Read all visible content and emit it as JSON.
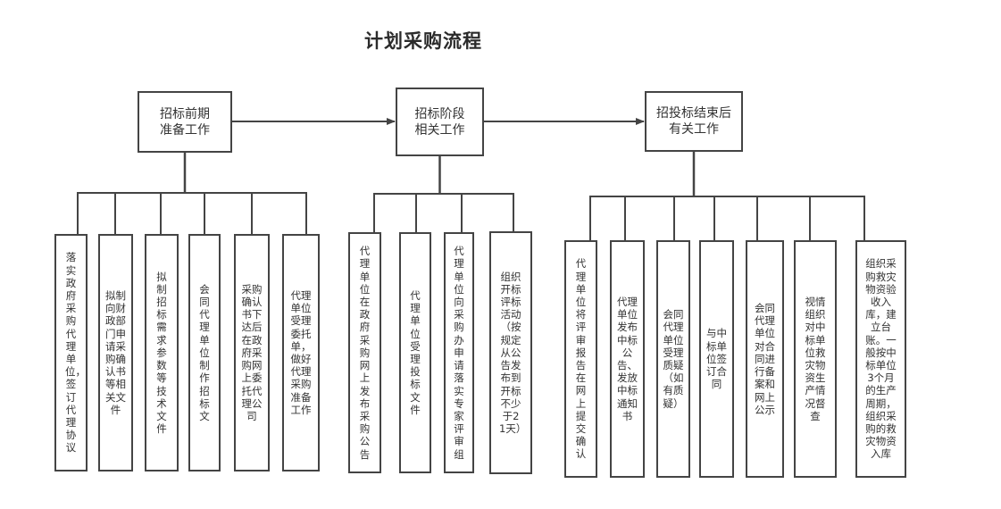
{
  "title": "计划采购流程",
  "colors": {
    "line": "#444444",
    "text": "#333333",
    "background": "#ffffff"
  },
  "stages": [
    {
      "label": "招标前期\n准备工作",
      "tasks": [
        "落实政府采购代理单位，签订代理协议",
        "拟制向财政部门申请采购确认书等相关文件",
        "拟制招标需求参数等技术文件",
        "会同代理单位制作招标文",
        "采购确认书下达后在政府采购网上委托代理公司",
        "代理单位受理委托单，做好代理采购准备工作"
      ]
    },
    {
      "label": "招标阶段\n相关工作",
      "tasks": [
        "代理单位在政府采购网上发布采购公告",
        "代理单位受理投标文件",
        "代理单位向采购办申请落实专家评审组",
        "组织开标评标活动（按规定从公告发布到开标不少于21天）"
      ]
    },
    {
      "label": "招投标结束后\n有关工作",
      "tasks": [
        "代理单位将评审报告在网上提交确认",
        "代理单位发布中标公告、发放中标通知书",
        "会同代理单位受理质疑（如有质疑）",
        "与中标单位签订合同",
        "会同代理单位对合同进行备案和网上公示",
        "视情组织对中标单位救灾物资生产情况督查",
        "组织采购救灾物资验收入库，建立台账。一般按中标单位3个月的生产周期，组织采购的救灾物资入库"
      ]
    }
  ]
}
